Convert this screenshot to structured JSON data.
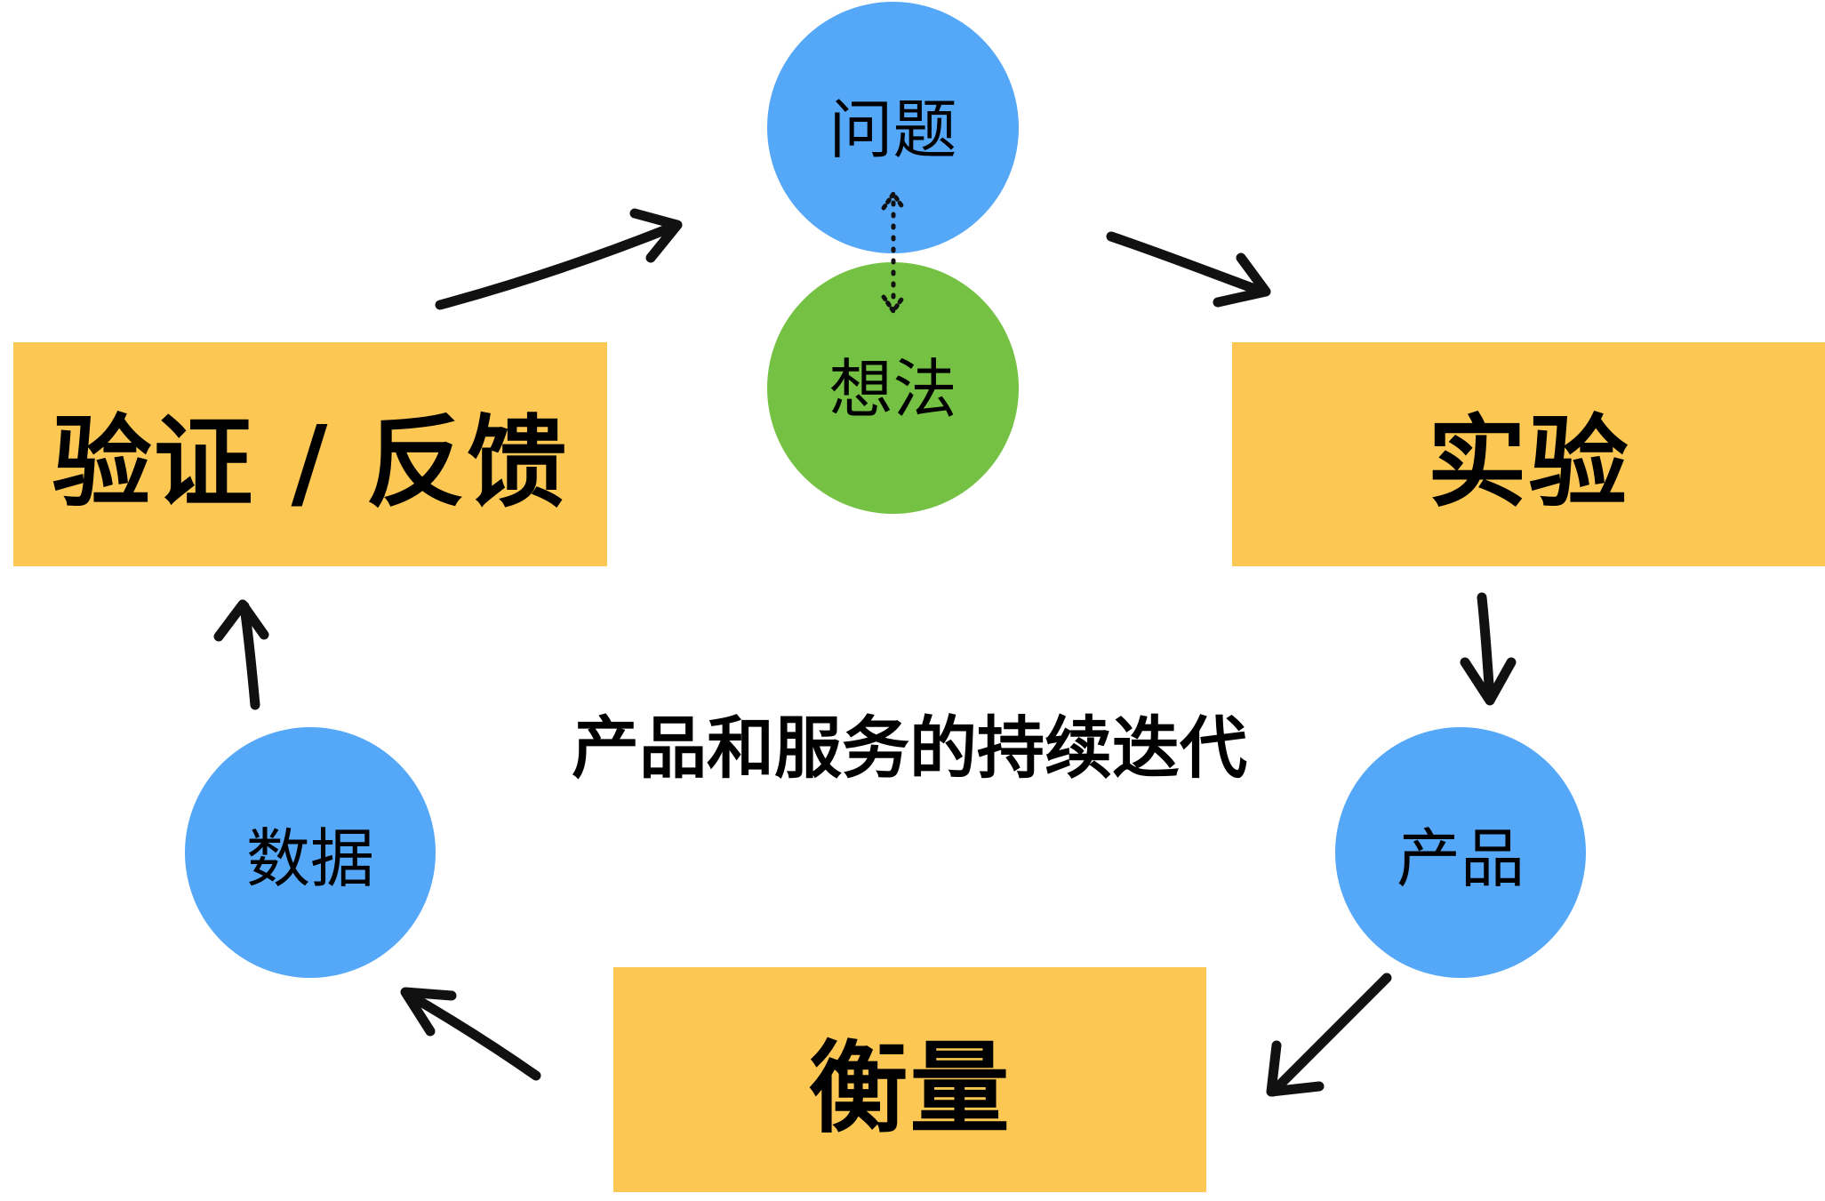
{
  "title": "产品和服务的持续迭代",
  "boxes": {
    "validation": "验证 / 反馈",
    "experiment": "实验",
    "measure": "衡量"
  },
  "circles": {
    "problem": "问题",
    "idea": "想法",
    "product": "产品",
    "data": "数据"
  },
  "colors": {
    "box_fill": "#fcc853",
    "circle_blue": "#55a7f7",
    "circle_green": "#74c143",
    "text": "#000000",
    "arrow": "#111111"
  }
}
